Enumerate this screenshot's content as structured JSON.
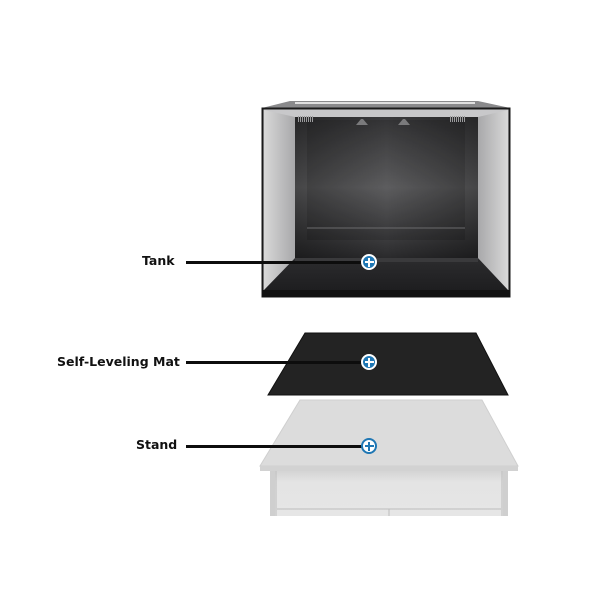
{
  "diagram": {
    "type": "exploded-assembly",
    "components": [
      {
        "id": "tank",
        "label": "Tank",
        "hotspot_icon": "plus-circle-icon"
      },
      {
        "id": "mat",
        "label": "Self-Leveling Mat",
        "hotspot_icon": "plus-circle-icon"
      },
      {
        "id": "stand",
        "label": "Stand",
        "hotspot_icon": "plus-circle-icon"
      }
    ]
  },
  "colors": {
    "background": "#ffffff",
    "label_text": "#111111",
    "leader_line": "#0d0d0d",
    "hotspot_blue": "#1f77b4",
    "mat_black": "#222222",
    "stand_gray": "#dcdcdc"
  }
}
